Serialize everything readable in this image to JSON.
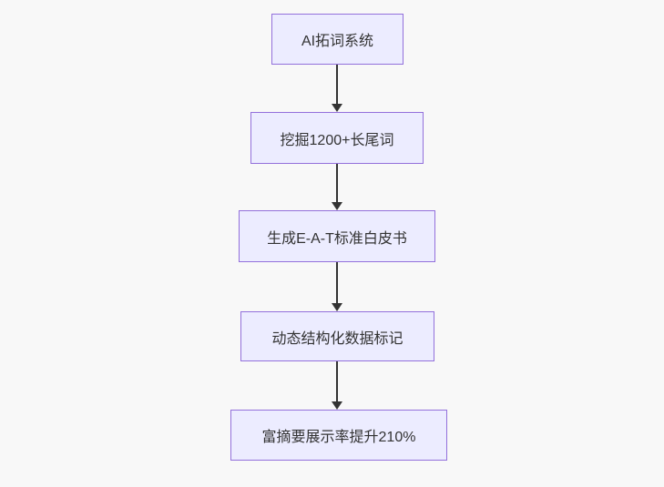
{
  "diagram": {
    "type": "flowchart-vertical",
    "colors": {
      "background": "#f8f8f8",
      "node_fill": "#ececff",
      "node_border": "#9370db",
      "text": "#333333",
      "arrow": "#333333"
    },
    "nodes": [
      {
        "id": "n1",
        "label": "AI拓词系统"
      },
      {
        "id": "n2",
        "label": "挖掘1200+长尾词"
      },
      {
        "id": "n3",
        "label": "生成E-A-T标准白皮书"
      },
      {
        "id": "n4",
        "label": "动态结构化数据标记"
      },
      {
        "id": "n5",
        "label": "富摘要展示率提升210%"
      }
    ],
    "edges": [
      {
        "from": "n1",
        "to": "n2"
      },
      {
        "from": "n2",
        "to": "n3"
      },
      {
        "from": "n3",
        "to": "n4"
      },
      {
        "from": "n4",
        "to": "n5"
      }
    ]
  }
}
